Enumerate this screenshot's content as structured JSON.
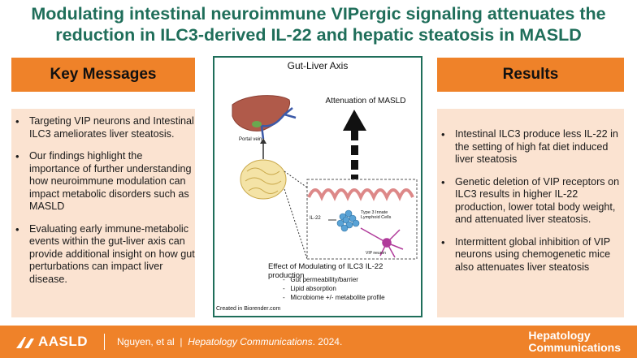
{
  "title": {
    "line1": "Modulating intestinal neuroimmune VIPergic signaling attenuates the",
    "line2": "reduction in ILC3-derived IL-22 and hepatic steatosis in MASLD"
  },
  "left": {
    "header": "Key Messages",
    "bullets": [
      "Targeting VIP neurons and Intestinal ILC3 ameliorates liver steatosis.",
      "Our findings highlight the importance of further understanding how neuroimmune modulation can impact metabolic disorders such as MASLD",
      "Evaluating early immune-metabolic events within the gut-liver axis can provide additional insight on how gut perturbations can impact liver disease."
    ]
  },
  "right": {
    "header": "Results",
    "bullets": [
      "Intestinal ILC3 produce less IL-22 in the setting of high fat diet induced liver steatosis",
      "Genetic deletion of VIP receptors on ILC3 results in higher IL-22 production, lower total body weight, and attenuated liver steatosis.",
      "Intermittent global inhibition of VIP neurons using chemogenetic mice also attenuates liver steatosis"
    ]
  },
  "figure": {
    "title": "Gut-Liver Axis",
    "attenuation": "Attenuation of MASLD",
    "portal_vein": "Portal vein",
    "il22": "IL-22",
    "ilc_label": "Type 3 Innate Lymphoid Cells",
    "vip_neuron": "VIP neuron",
    "effect_title": "Effect of Modulating of ILC3 IL-22 production",
    "effects": [
      "Gut permeability/barrier",
      "Lipid absorption",
      "Microbiome +/- metabolite profile"
    ],
    "credit": "Created in Biorender.com"
  },
  "footer": {
    "logo": "AASLD",
    "citation_authors": "Nguyen, et al",
    "citation_sep": "|",
    "citation_journal": "Hepatology Communications",
    "citation_year": ". 2024.",
    "journal_line1": "Hepatology",
    "journal_line2": "Communications"
  },
  "colors": {
    "title_green": "#1f6e5a",
    "orange": "#ef8229",
    "panel_peach": "#fbe3d1"
  }
}
